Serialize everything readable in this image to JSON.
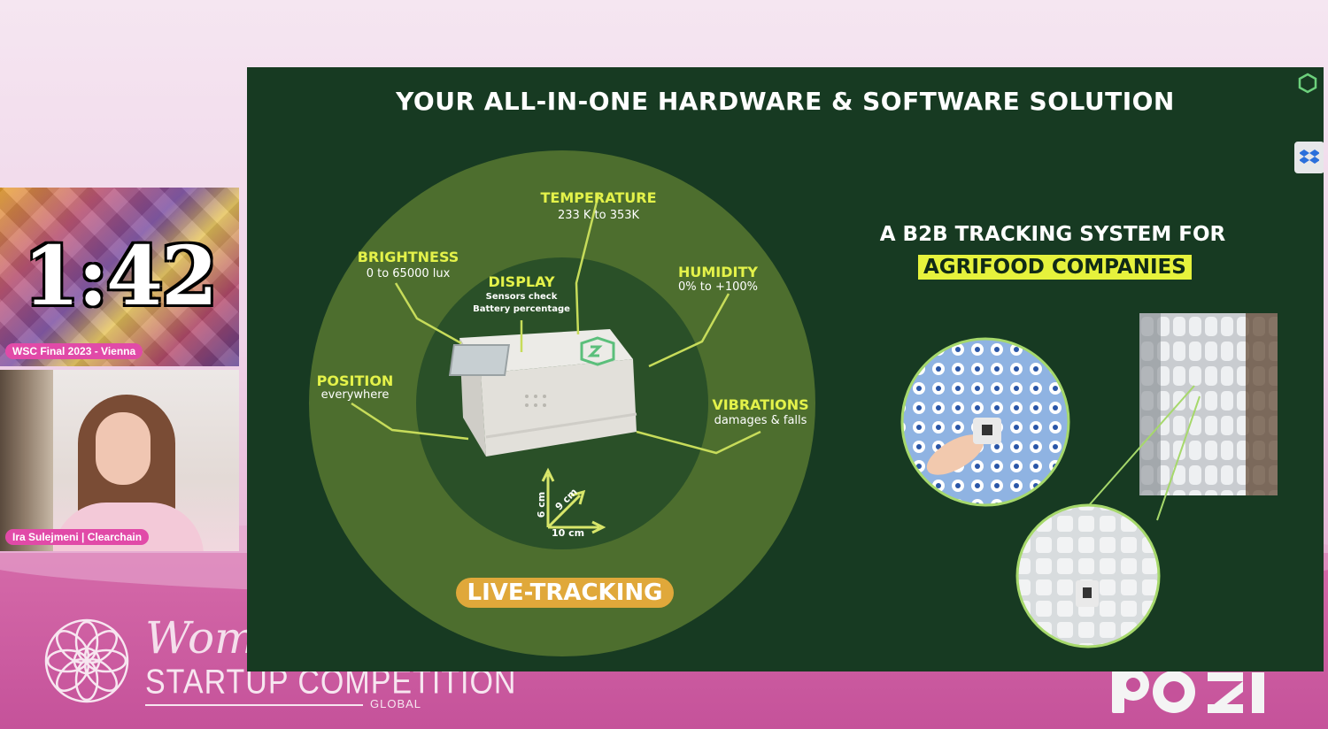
{
  "overlay": {
    "timer": "1:42",
    "event_label": "WSC Final 2023 - Vienna",
    "speaker_label": "Ira Sulejmeni | Clearchain"
  },
  "branding": {
    "logo_word": "Wom",
    "logo_line2": "STARTUP COMPETITION",
    "logo_line3": "GLOBAL",
    "sponsor_icon": "partner-logo"
  },
  "slide": {
    "title": "YOUR ALL-IN-ONE HARDWARE & SOFTWARE SOLUTION",
    "sensors": {
      "temperature": {
        "label": "TEMPERATURE",
        "value": "233 K to 353K"
      },
      "brightness": {
        "label": "BRIGHTNESS",
        "value": "0 to 65000 lux"
      },
      "display": {
        "label": "DISPLAY",
        "line1": "Sensors check",
        "line2": "Battery percentage"
      },
      "humidity": {
        "label": "HUMIDITY",
        "value": "0% to +100%"
      },
      "position": {
        "label": "POSITION",
        "value": "everywhere"
      },
      "vibrations": {
        "label": "VIBRATIONS",
        "value": "damages & falls"
      }
    },
    "dimensions": {
      "height": "6 cm",
      "depth": "9 cm",
      "width": "10 cm"
    },
    "badge": "LIVE-TRACKING",
    "b2b_line1": "A B2B TRACKING SYSTEM FOR",
    "b2b_line2": "AGRIFOOD COMPANIES"
  },
  "colors": {
    "slide_bg": "#173a22",
    "accent_yellow": "#e4f24a",
    "badge_orange": "#e0a83a",
    "event_pink": "#e14aa8"
  }
}
